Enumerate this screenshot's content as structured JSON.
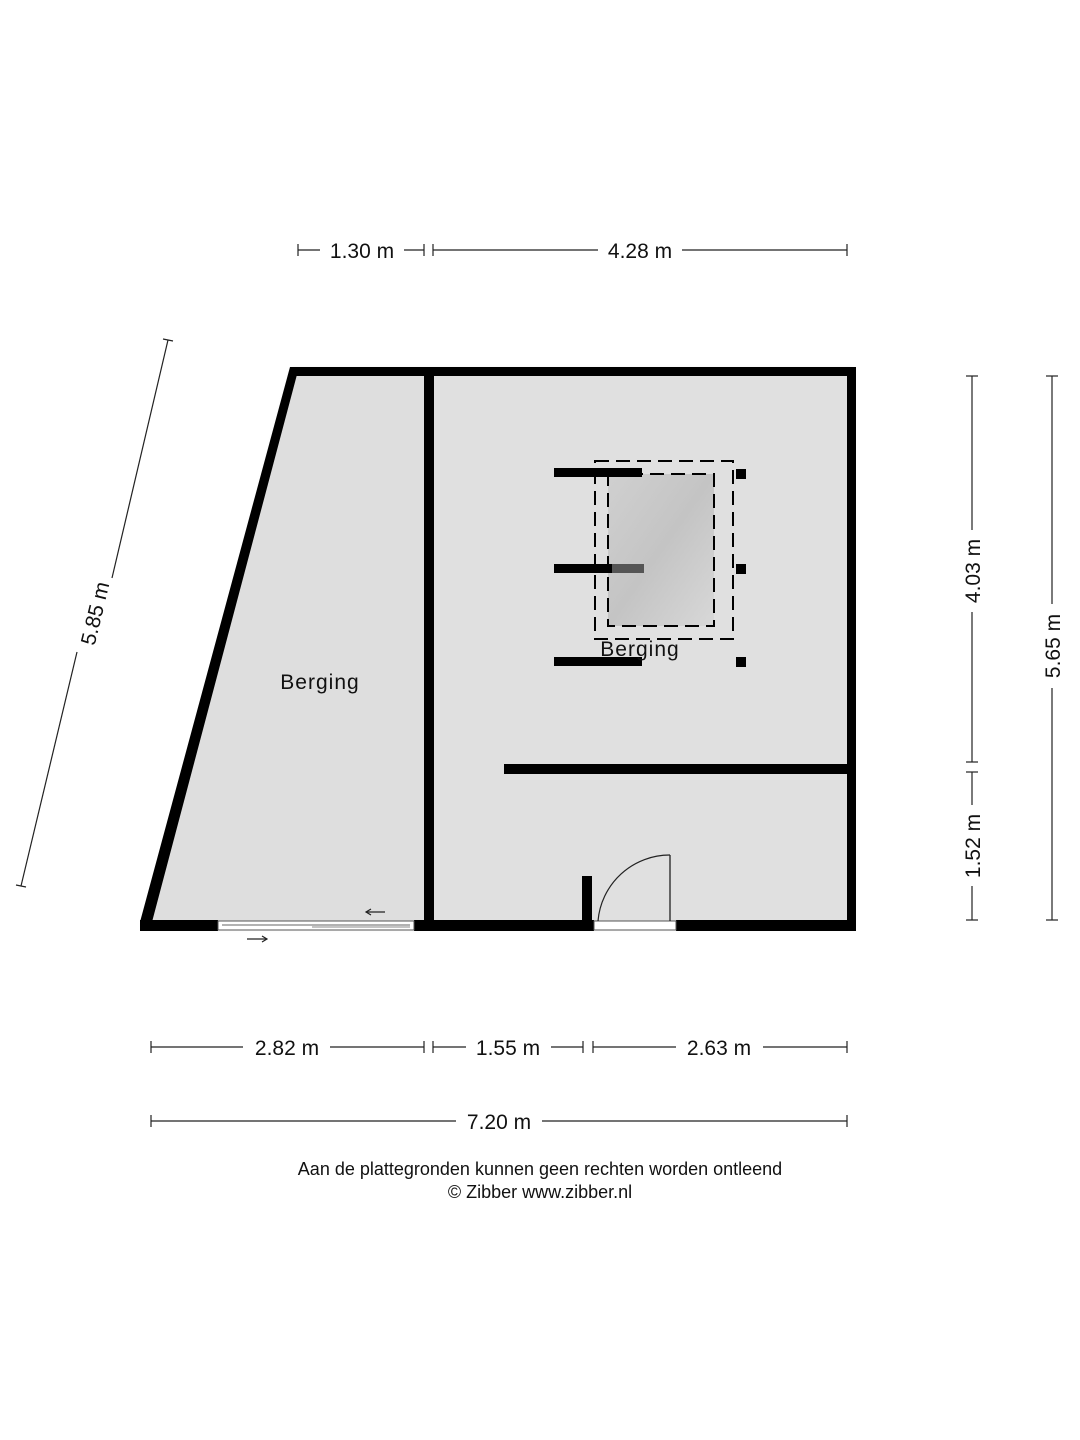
{
  "dimensions": {
    "top_left": "1.30 m",
    "top_right": "4.28 m",
    "diagonal_left": "5.85 m",
    "right_upper": "4.03 m",
    "right_lower": "1.52 m",
    "right_total": "5.65 m",
    "bottom_left": "2.82 m",
    "bottom_mid": "1.55 m",
    "bottom_right": "2.63 m",
    "bottom_total": "7.20 m"
  },
  "rooms": {
    "left_label": "Berging",
    "right_label": "Berging"
  },
  "footer": {
    "disclaimer": "Aan de plattegronden kunnen geen rechten worden ontleend",
    "copyright": "© Zibber www.zibber.nl"
  },
  "colors": {
    "wall": "#000000",
    "floor": "#dedede",
    "dimension_line": "#222222"
  }
}
